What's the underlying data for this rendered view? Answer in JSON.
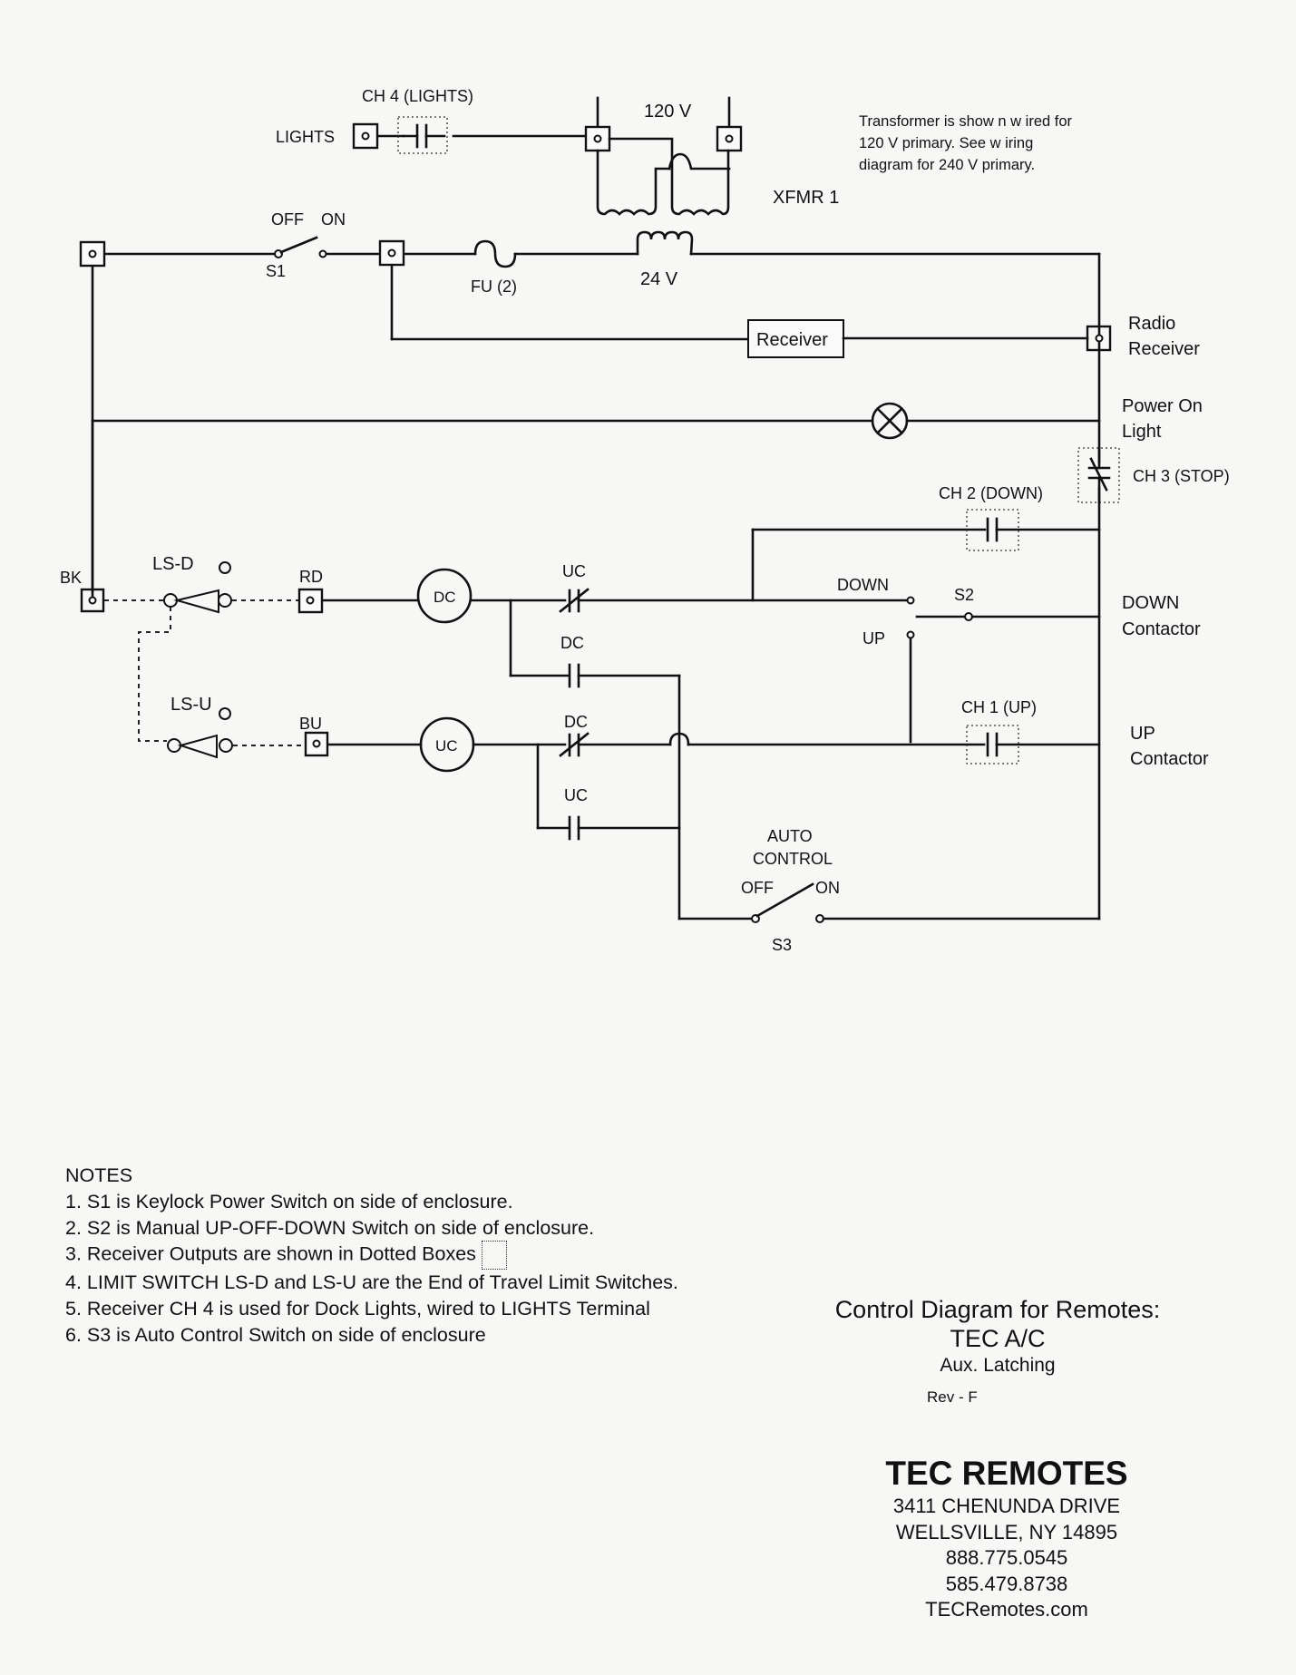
{
  "diagram": {
    "lights_channel_label": "CH 4 (LIGHTS)",
    "lights_terminal_label": "LIGHTS",
    "primary_voltage_label": "120 V",
    "transformer_note": [
      "Transformer is show n w ired for",
      "120 V primary. See w iring",
      "diagram for 240 V primary."
    ],
    "transformer_label": "XFMR 1",
    "s1_off_label": "OFF",
    "s1_on_label": "ON",
    "s1_label": "S1",
    "fuse_label": "FU (2)",
    "secondary_voltage_label": "24 V",
    "receiver_box_label": "Receiver",
    "radio_receiver_label": [
      "Radio",
      "Receiver"
    ],
    "power_on_light_label": [
      "Power On",
      "Light"
    ],
    "ch3_label": "CH 3 (STOP)",
    "ch2_label": "CH 2 (DOWN)",
    "bk_label": "BK",
    "lsd_label": "LS-D",
    "rd_label": "RD",
    "dc_coil_label": "DC",
    "uc_nc_label": "UC",
    "down_pin_label": "DOWN",
    "s2_label": "S2",
    "up_pin_label": "UP",
    "down_contactor_label": [
      "DOWN",
      "Contactor"
    ],
    "dc_no_label": "DC",
    "lsu_label": "LS-U",
    "bu_label": "BU",
    "uc_coil_label": "UC",
    "dc_nc_label": "DC",
    "ch1_label": "CH 1 (UP)",
    "up_contactor_label": [
      "UP",
      "Contactor"
    ],
    "uc_no_label": "UC",
    "auto_control_label": [
      "AUTO",
      "CONTROL"
    ],
    "s3_off_label": "OFF",
    "s3_on_label": "ON",
    "s3_label": "S3"
  },
  "notes": {
    "heading": "NOTES",
    "items": [
      "1. S1 is Keylock Power Switch on side of enclosure.",
      "2. S2 is Manual UP-OFF-DOWN Switch on side of enclosure.",
      "3. Receiver Outputs are shown in Dotted Boxes",
      "4. LIMIT SWITCH LS-D and LS-U are the End of Travel Limit Switches.",
      "5. Receiver CH 4 is used for Dock Lights, wired to LIGHTS Terminal",
      "6. S3 is Auto Control Switch on side of enclosure"
    ]
  },
  "title_block": {
    "title": "Control Diagram for Remotes:",
    "model": "TEC A/C",
    "variant": "Aux. Latching",
    "revision": "Rev - F"
  },
  "company": {
    "name": "TEC REMOTES",
    "address_line1": "3411 CHENUNDA DRIVE",
    "address_line2": "WELLSVILLE, NY 14895",
    "phone1": "888.775.0545",
    "phone2": "585.479.8738",
    "website": "TECRemotes.com"
  }
}
